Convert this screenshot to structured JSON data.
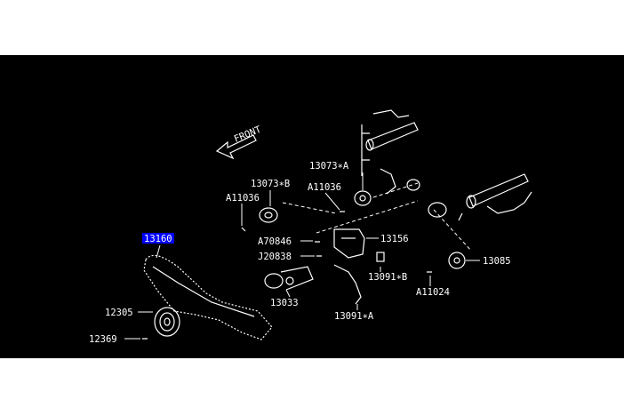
{
  "diagram": {
    "front_label": "FRONT",
    "selected_part": "13160",
    "highlight_color": "#0000ff",
    "background_color": "#000000",
    "line_color": "#ffffff",
    "labels": {
      "p13160": "13160",
      "p12305": "12305",
      "p12369": "12369",
      "p13073b": "13073∗B",
      "pa11036_l": "A11036",
      "p13073a": "13073∗A",
      "pa11036_r": "A11036",
      "pa70846": "A70846",
      "pj20838": "J20838",
      "p13033": "13033",
      "p13156": "13156",
      "p13091b": "13091∗B",
      "p13091a": "13091∗A",
      "p13085": "13085",
      "pa11024": "A11024"
    }
  }
}
